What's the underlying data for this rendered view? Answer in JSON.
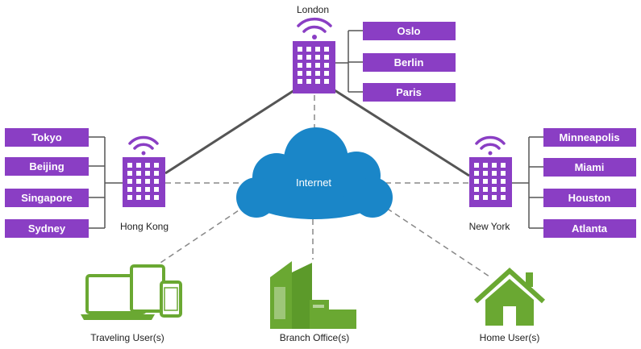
{
  "colors": {
    "purple": "#8a3ec4",
    "cloud": "#1a86c8",
    "green": "#6aa832",
    "line": "#555555",
    "dash": "#888888"
  },
  "hubs": {
    "london": {
      "label": "London",
      "icon": "building-icon"
    },
    "hong_kong": {
      "label": "Hong Kong",
      "icon": "building-icon"
    },
    "new_york": {
      "label": "New York",
      "icon": "building-icon"
    }
  },
  "internet": {
    "label": "Internet",
    "icon": "cloud-icon"
  },
  "cities": {
    "london": [
      "Oslo",
      "Berlin",
      "Paris"
    ],
    "hong_kong": [
      "Tokyo",
      "Beijing",
      "Singapore",
      "Sydney"
    ],
    "new_york": [
      "Minneapolis",
      "Miami",
      "Houston",
      "Atlanta"
    ]
  },
  "users": {
    "traveling": {
      "label": "Traveling User(s)",
      "icon": "devices-icon"
    },
    "branch": {
      "label": "Branch Office(s)",
      "icon": "office-building-icon"
    },
    "home": {
      "label": "Home User(s)",
      "icon": "house-icon"
    }
  }
}
